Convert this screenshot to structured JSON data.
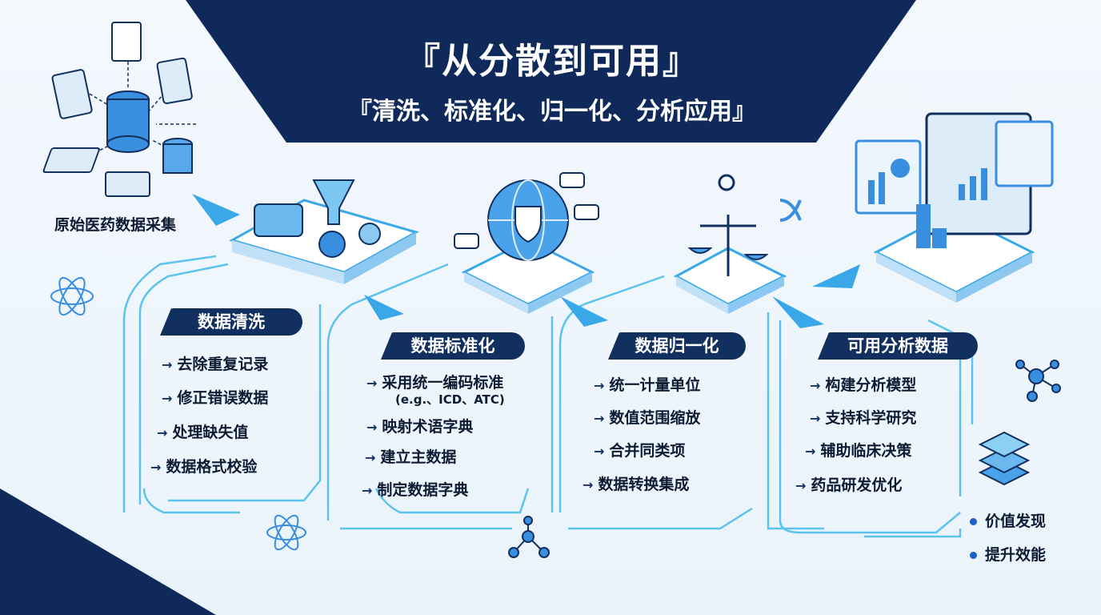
{
  "title": "『从分散到可用』",
  "subtitle": "『清洗、标准化、归一化、分析应用』",
  "source_label": "原始医药数据采集",
  "colors": {
    "navy": "#12305f",
    "accent": "#3aa8e8",
    "light": "#dcecf9"
  },
  "stages": [
    {
      "title": "数据清洗",
      "icon": "brush-funnel-gears-icon",
      "items": [
        "去除重复记录",
        "修正错误数据",
        "处理缺失值",
        "数据格式校验"
      ]
    },
    {
      "title": "数据标准化",
      "icon": "globe-shield-icon",
      "items": [
        "采用统一编码标准",
        "映射术语字典",
        "建立主数据",
        "制定数据字典"
      ],
      "note": "(e.g.、ICD、ATC)"
    },
    {
      "title": "数据归一化",
      "icon": "balance-scale-icon",
      "items": [
        "统一计量单位",
        "数值范围缩放",
        "合并同类项",
        "数据转换集成"
      ]
    },
    {
      "title": "可用分析数据",
      "icon": "dashboard-monitor-icon",
      "items": [
        "构建分析模型",
        "支持科学研究",
        "辅助临床决策",
        "药品研发优化"
      ]
    }
  ],
  "outcomes": [
    "价值发现",
    "提升效能"
  ]
}
